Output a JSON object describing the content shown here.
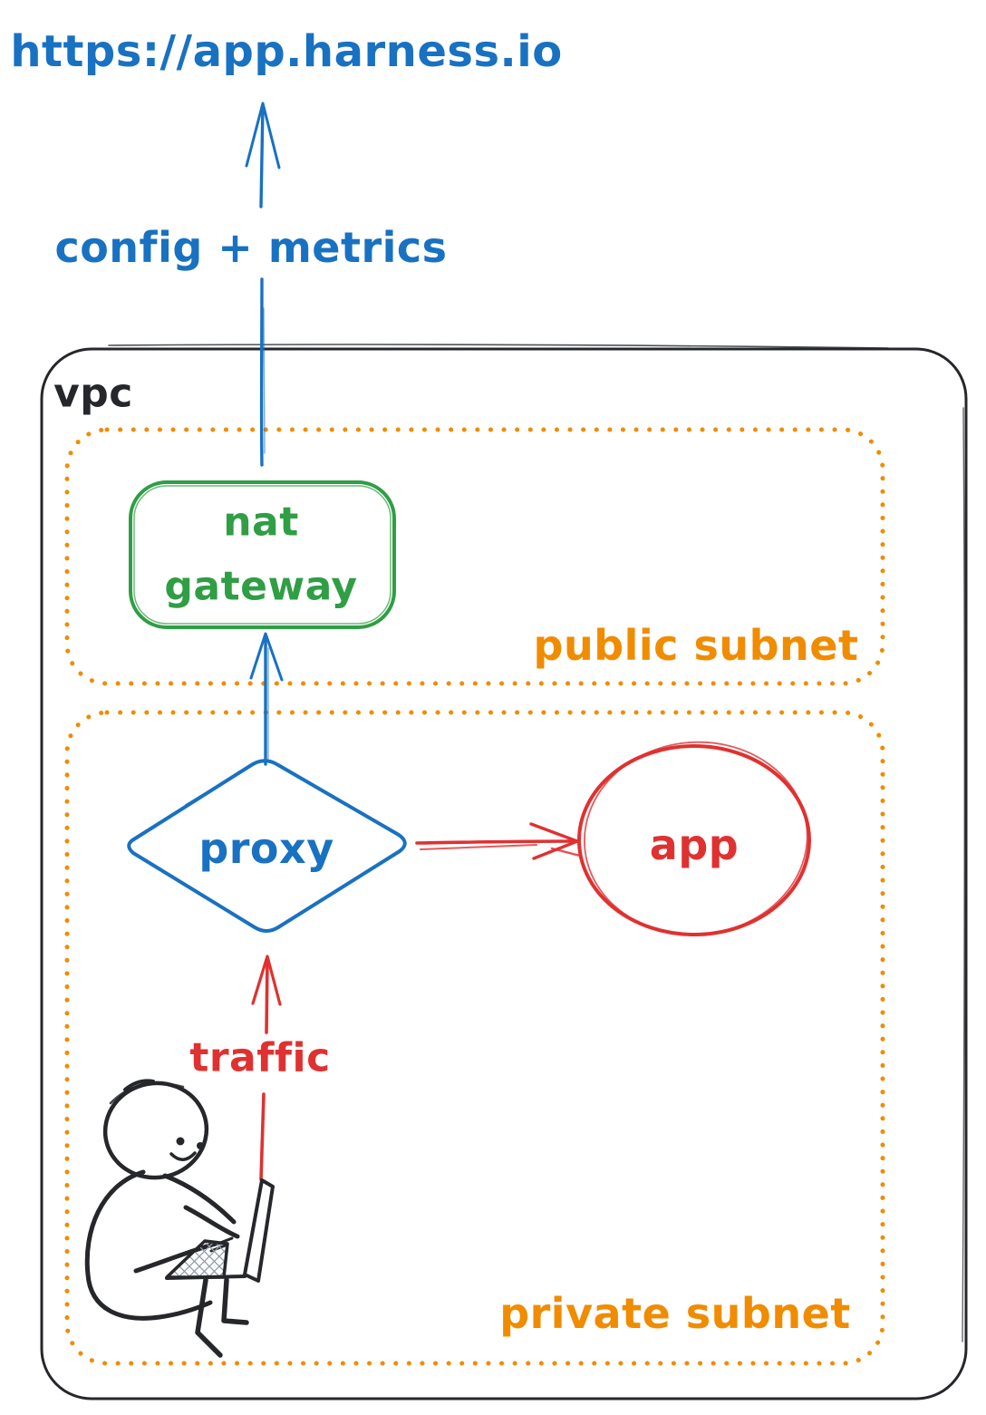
{
  "colors": {
    "blue": "#1971c2",
    "green": "#2f9e44",
    "orange": "#f08c00",
    "red": "#e03131",
    "ink": "#26272b"
  },
  "labels": {
    "url": "https://app.harness.io",
    "config_metrics": "config + metrics",
    "vpc": "vpc",
    "nat_gateway": "nat gateway",
    "public_subnet": "public subnet",
    "proxy": "proxy",
    "app": "app",
    "traffic": "traffic",
    "private_subnet": "private subnet"
  },
  "icons": {
    "person": "person-with-laptop"
  }
}
